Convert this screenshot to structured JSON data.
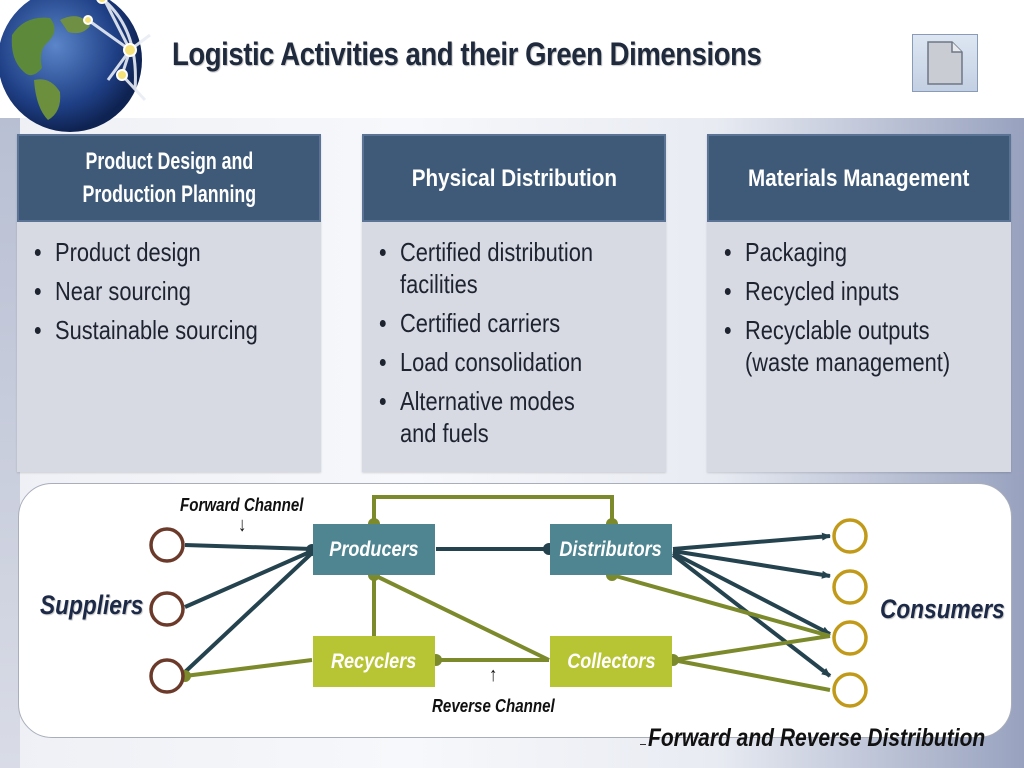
{
  "slide": {
    "title": "Logistic Activities and their Green Dimensions",
    "doc_icon": "document-icon"
  },
  "panels": [
    {
      "heading": [
        "Product Design and",
        "Production Planning"
      ],
      "items": [
        "Product design",
        "Near sourcing",
        "Sustainable sourcing"
      ]
    },
    {
      "heading": [
        "Physical Distribution"
      ],
      "items": [
        "Certified distribution facilities",
        "Certified carriers",
        "Load consolidation",
        "Alternative modes and fuels"
      ]
    },
    {
      "heading": [
        "Materials Management"
      ],
      "items": [
        "Packaging",
        "Recycled inputs",
        "Recyclable outputs (waste management)"
      ]
    }
  ],
  "diagram": {
    "nodes": {
      "producers": "Producers",
      "distributors": "Distributors",
      "recyclers": "Recyclers",
      "collectors": "Collectors"
    },
    "labels": {
      "suppliers": "Suppliers",
      "consumers": "Consumers",
      "forward_channel": "Forward Channel",
      "reverse_channel": "Reverse Channel",
      "forward_arrow": "↓",
      "reverse_arrow": "↑"
    },
    "caption": "Forward and Reverse Distribution",
    "colors": {
      "forward": "#24434f",
      "reverse": "#7c8a2c",
      "supplier_ring": "#6b3a2a",
      "consumer_ring": "#c29a1a"
    }
  }
}
